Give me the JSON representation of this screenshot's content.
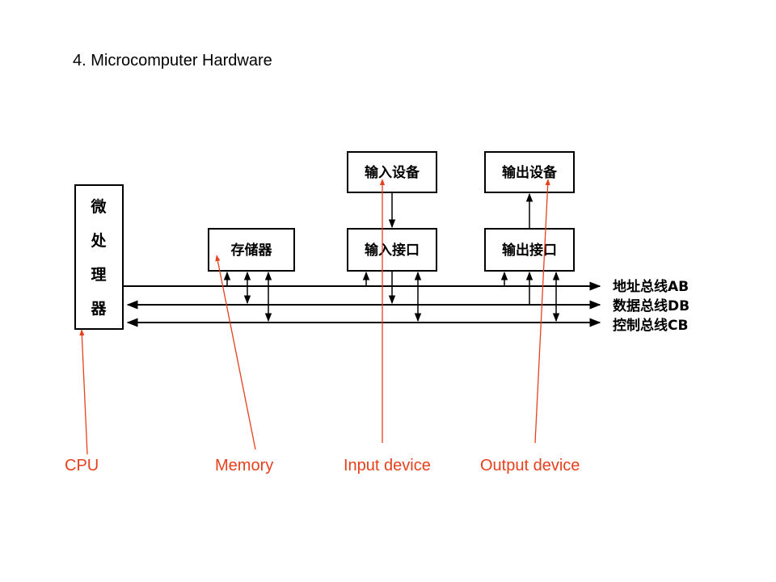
{
  "title": "4. Microcomputer Hardware",
  "diagram": {
    "boxes": {
      "cpu": [
        "微",
        "处",
        "理",
        "器"
      ],
      "memory": "存储器",
      "input_device": "输入设备",
      "input_interface": "输入接口",
      "output_device": "输出设备",
      "output_interface": "输出接口"
    },
    "buses": {
      "address": "地址总线AB",
      "data": "数据总线DB",
      "control": "控制总线CB"
    }
  },
  "callouts": {
    "cpu": "CPU",
    "memory": "Memory",
    "input_device": "Input device",
    "output_device": "Output device"
  },
  "colors": {
    "callout": "#e8401c",
    "lines": "#000000"
  }
}
